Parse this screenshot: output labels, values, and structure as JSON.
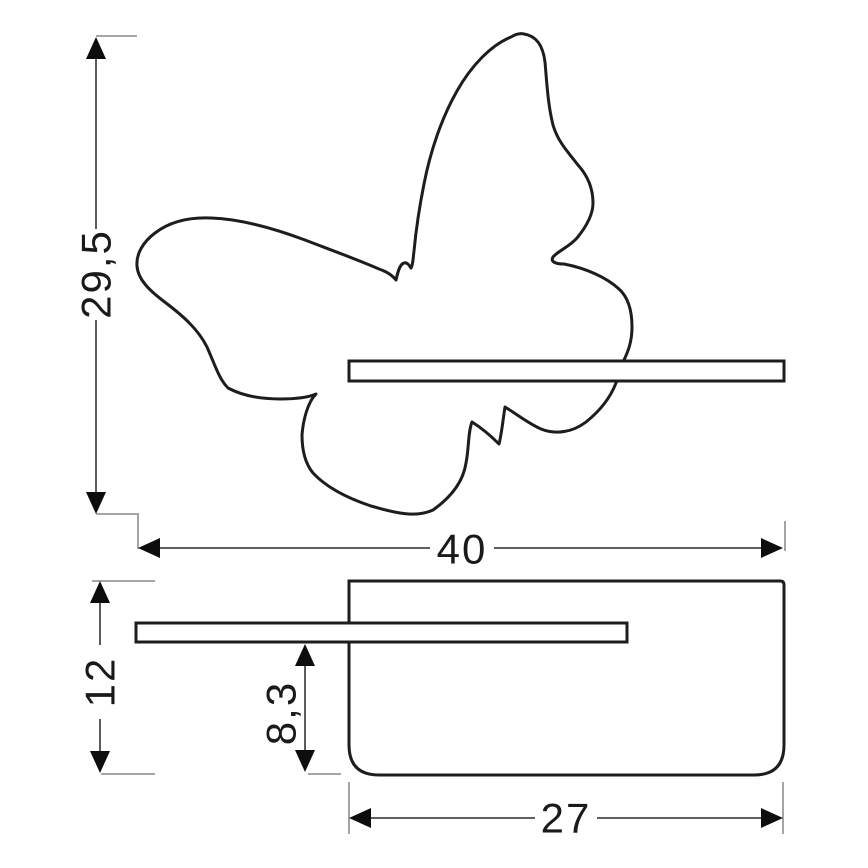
{
  "drawing": {
    "type": "technical-dimension-drawing",
    "subject": "butterfly-shaped wall lamp with shelf",
    "views": {
      "front_view": {
        "shape": "butterfly outline with horizontal shelf bar",
        "dimensions_used": [
          "29,5",
          "40"
        ]
      },
      "side_view": {
        "shape": "rounded body with protruding shelf plate",
        "dimensions_used": [
          "12",
          "8,3",
          "27"
        ]
      }
    }
  },
  "dims": {
    "butterfly_height": {
      "value": "29,5",
      "orientation": "vertical"
    },
    "total_width": {
      "value": "40",
      "orientation": "horizontal"
    },
    "side_height": {
      "value": "12",
      "orientation": "vertical"
    },
    "shelf_offset": {
      "value": "8,3",
      "orientation": "vertical"
    },
    "body_depth": {
      "value": "27",
      "orientation": "horizontal"
    }
  },
  "colors": {
    "background": "#ffffff",
    "outline": "#1d1d1d",
    "dimension_line": "#4a4a4a",
    "extension_line": "#9a9a9a",
    "label": "#1a1a1a"
  }
}
